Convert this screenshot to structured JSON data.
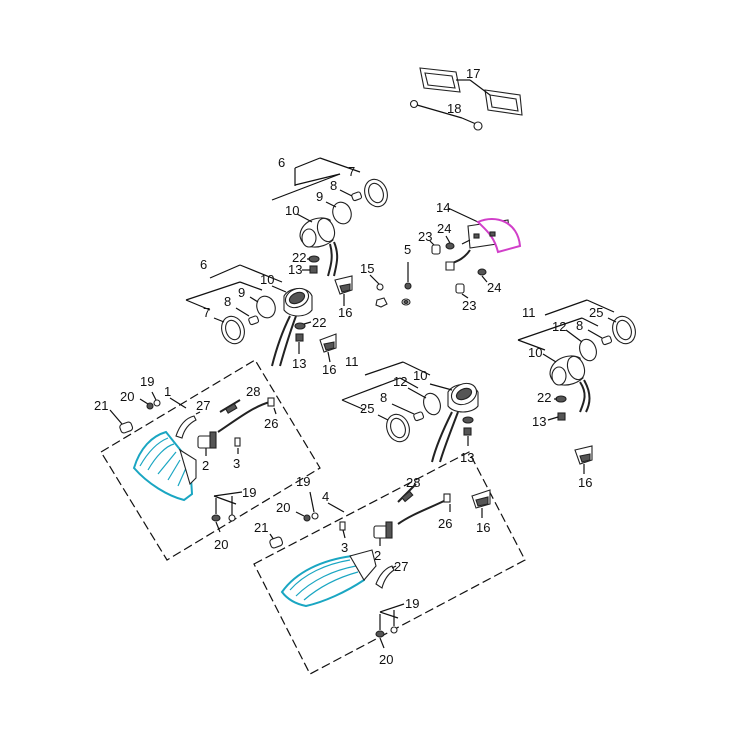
{
  "diagram": {
    "callouts": {
      "c1": "1",
      "c2a": "2",
      "c2b": "2",
      "c3a": "3",
      "c3b": "3",
      "c4": "4",
      "c6a": "6",
      "c6b": "6",
      "c7a": "7",
      "c7b": "7",
      "c8a": "8",
      "c8b": "8",
      "c8c": "8",
      "c8d": "8",
      "c9a": "9",
      "c9b": "9",
      "c10a": "10",
      "c10b": "10",
      "c10c": "10",
      "c10d": "10",
      "c11a": "11",
      "c11b": "11",
      "c12a": "12",
      "c12b": "12",
      "c13a": "13",
      "c13b": "13",
      "c13c": "13",
      "c13d": "13",
      "c14": "14",
      "c15": "15",
      "c16a": "16",
      "c16b": "16",
      "c16c": "16",
      "c16d": "16",
      "c17": "17",
      "c18": "18",
      "c19a": "19",
      "c19b": "19",
      "c19c": "19",
      "c19d": "19",
      "c20a": "20",
      "c20b": "20",
      "c20c": "20",
      "c20d": "20",
      "c21a": "21",
      "c21b": "21",
      "c22a": "22",
      "c22b": "22",
      "c22c": "22",
      "c23a": "23",
      "c23b": "23",
      "c24a": "24",
      "c24b": "24",
      "c25a": "25",
      "c25b": "25",
      "c26a": "26",
      "c26b": "26",
      "c27a": "27",
      "c27b": "27",
      "c28a": "28",
      "c28b": "28",
      "c5": "5"
    }
  }
}
